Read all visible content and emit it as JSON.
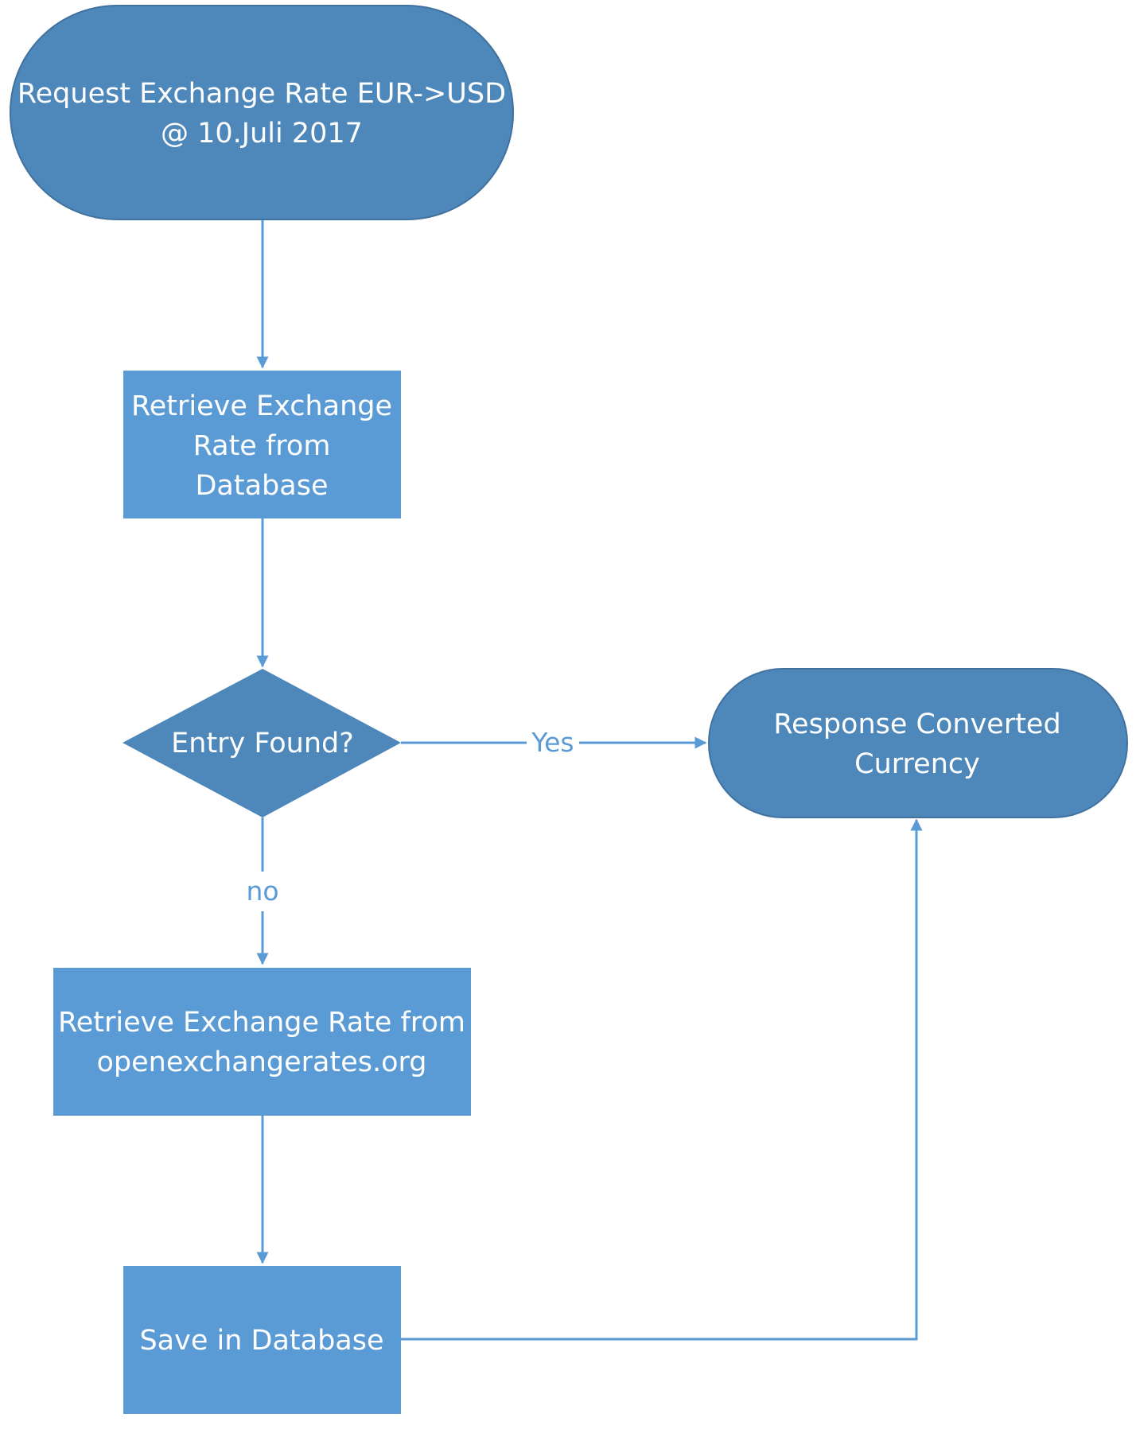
{
  "colors": {
    "terminal_fill": "#4e87ba",
    "process_fill": "#5b9bd5",
    "decision_fill": "#4e87ba",
    "connector": "#5b9bd5",
    "text": "#ffffff",
    "label": "#5b9bd5"
  },
  "nodes": {
    "start": {
      "shape": "terminal",
      "lines": [
        "Request Exchange Rate EUR->USD",
        "@ 10.Juli 2017"
      ]
    },
    "retrieve_db": {
      "shape": "process",
      "lines": [
        "Retrieve Exchange",
        "Rate from",
        "Database"
      ]
    },
    "decision": {
      "shape": "decision",
      "lines": [
        "Entry Found?"
      ]
    },
    "response": {
      "shape": "terminal",
      "lines": [
        "Response Converted",
        "Currency"
      ]
    },
    "retrieve_api": {
      "shape": "process",
      "lines": [
        "Retrieve Exchange Rate from",
        "openexchangerates.org"
      ]
    },
    "save": {
      "shape": "process",
      "lines": [
        "Save in Database"
      ]
    }
  },
  "edges": {
    "yes_label": "Yes",
    "no_label": "no"
  }
}
